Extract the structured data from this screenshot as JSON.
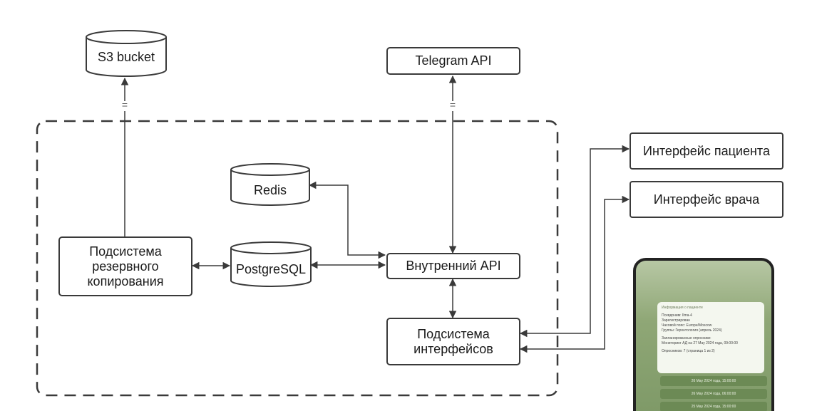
{
  "nodes": {
    "s3": "S3 bucket",
    "telegram": "Telegram API",
    "redis": "Redis",
    "postgres": "PostgreSQL",
    "internal_api": "Внутренний API",
    "backup": [
      "Подсистема",
      "резервного",
      "копирования"
    ],
    "interfaces": [
      "Подсистема",
      "интерфейсов"
    ],
    "patient_ui": "Интерфейс пациента",
    "doctor_ui": "Интерфейс врача"
  },
  "markers": {
    "s3_link": "=",
    "telegram_link": "="
  },
  "phone": {
    "header": "Информация о пациенте",
    "lines": [
      "Псевдоним: Ilma-4",
      "Зарегистрирован",
      "Часовой пояс: Europe/Moscow",
      "Группы: Геронтология (апрель 2024)",
      "Запланированные опросники:",
      "Мониторинг АД на 27 May 2024 года, 09:00:00",
      "Опросников: 7 (страница 1 из 2)"
    ],
    "slots": [
      "26 May 2024 года, 15:00:00",
      "26 May 2024 года, 06:00:00",
      "25 May 2024 года, 15:00:00"
    ]
  },
  "colors": {
    "stroke": "#3a3a3a",
    "background": "#ffffff"
  }
}
